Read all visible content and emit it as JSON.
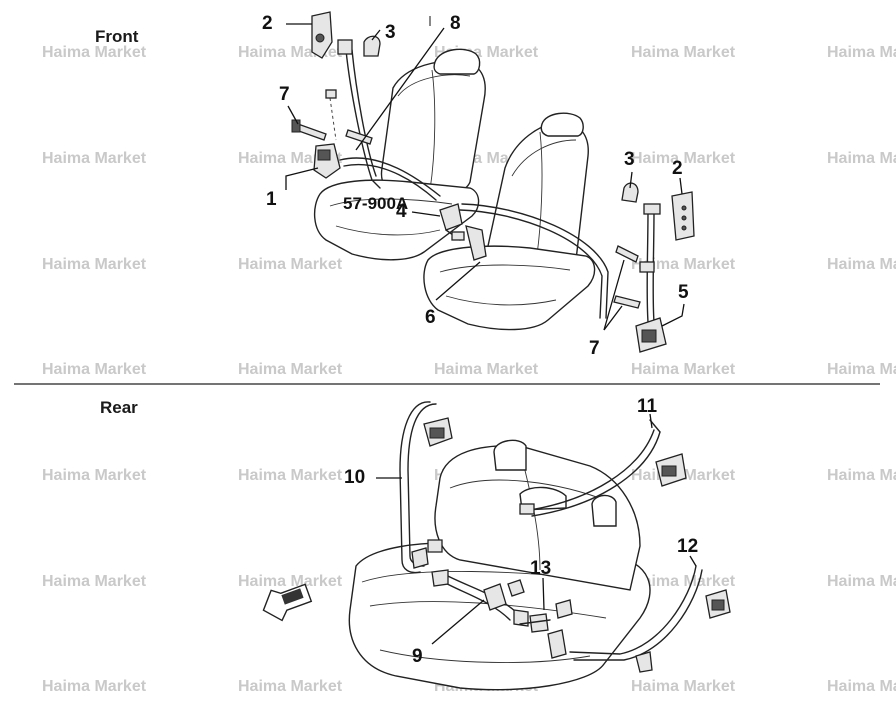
{
  "sections": {
    "front": "Front",
    "rear": "Rear"
  },
  "watermark": "Haima Market",
  "part_code": "57-900A",
  "callouts": {
    "front_2a": "2",
    "front_3a": "3",
    "front_8": "8",
    "front_7a": "7",
    "front_1": "1",
    "front_4": "4",
    "front_6": "6",
    "front_3b": "3",
    "front_2b": "2",
    "front_5": "5",
    "front_7b": "7",
    "rear_10": "10",
    "rear_11": "11",
    "rear_12": "12",
    "rear_13": "13",
    "rear_9": "9"
  },
  "icons": {
    "fwd_arrow": "fwd-arrow-icon"
  }
}
